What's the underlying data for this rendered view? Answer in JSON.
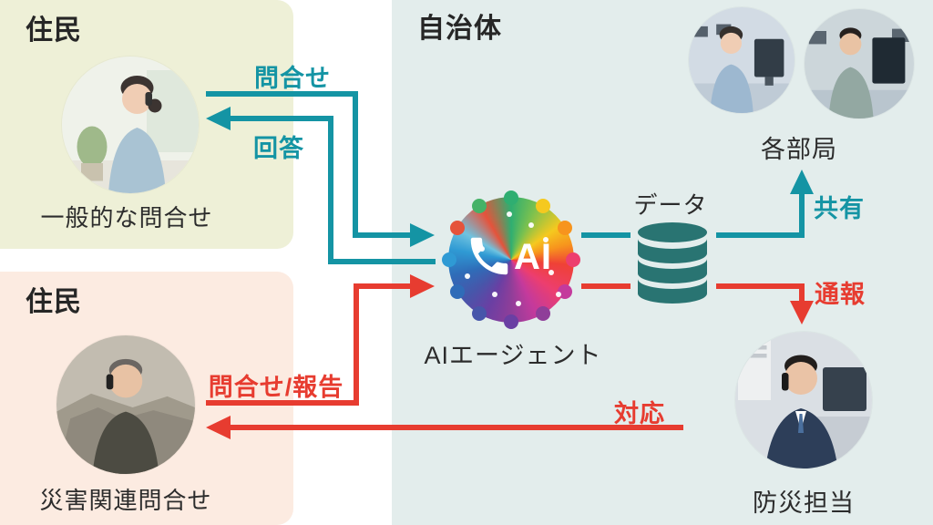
{
  "colors": {
    "teal": "#1494a4",
    "red": "#e73c30",
    "panel_yellow": "#eef0d7",
    "panel_pink": "#fcebe1",
    "panel_blue": "#e3edec",
    "database": "#297472"
  },
  "panels": {
    "resident_general": {
      "title": "住民",
      "caption": "一般的な問合せ"
    },
    "resident_disaster": {
      "title": "住民",
      "caption": "災害関連問合せ"
    },
    "municipality": {
      "title": "自治体"
    }
  },
  "nodes": {
    "ai_agent": {
      "label": "AIエージェント",
      "badge": "AI"
    },
    "database": {
      "label": "データ"
    },
    "departments": {
      "label": "各部局"
    },
    "disaster_staff": {
      "label": "防災担当"
    }
  },
  "arrows": {
    "inquiry": {
      "label": "問合せ",
      "color": "#1494a4"
    },
    "answer": {
      "label": "回答",
      "color": "#1494a4"
    },
    "inquiry_report": {
      "label": "問合せ/報告",
      "color": "#e73c30"
    },
    "response": {
      "label": "対応",
      "color": "#e73c30"
    },
    "share": {
      "label": "共有",
      "color": "#1494a4"
    },
    "report": {
      "label": "通報",
      "color": "#e73c30"
    }
  }
}
